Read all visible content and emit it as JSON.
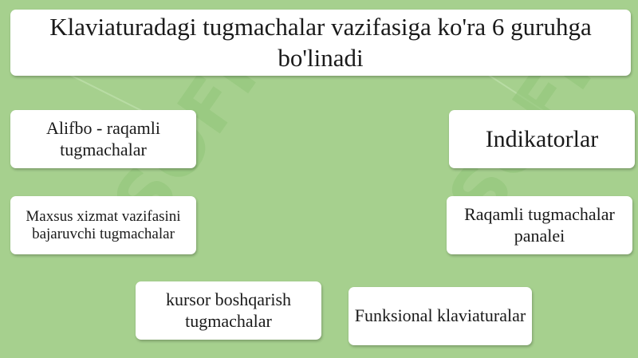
{
  "title": "Klaviaturadagi tugmachalar vazifasiga ko'ra 6 guruhga bo'linadi",
  "boxes": {
    "alphanumeric": "Alifbo - raqamli tugmachalar",
    "special": "Maxsus xizmat vazifasini bajaruvchi tugmachalar",
    "cursor": "kursor boshqarish tugmachalar",
    "function": "Funksional klaviaturalar",
    "indicators": "Indikatorlar",
    "numpad": "Raqamli tugmachalar panalei"
  },
  "watermark": {
    "text": "SOFF"
  },
  "colors": {
    "background": "#a6d08e",
    "box": "#ffffff",
    "watermark": "#8fc47a"
  }
}
